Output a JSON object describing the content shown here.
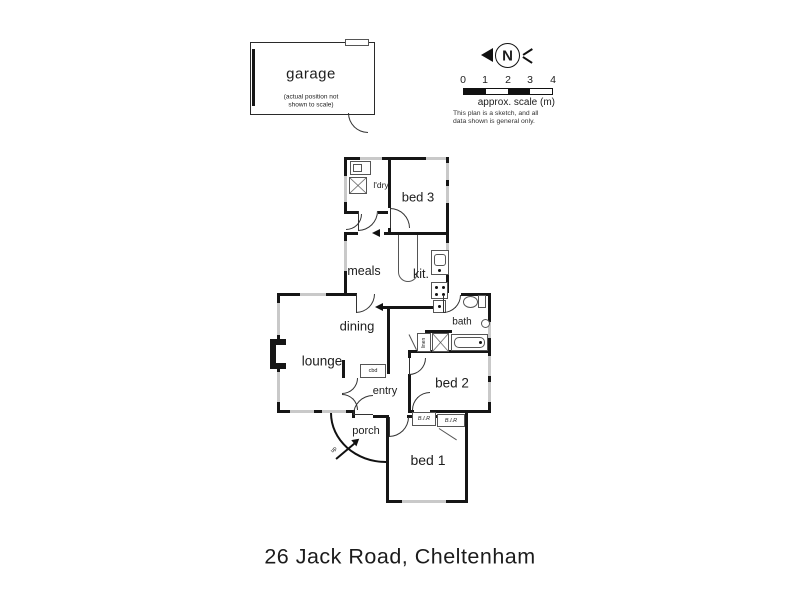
{
  "title": "26 Jack Road, Cheltenham",
  "garage": {
    "label": "garage",
    "note_line1": "(actual position not",
    "note_line2": "shown to scale)"
  },
  "compass": {
    "north_label": "N"
  },
  "scale_bar": {
    "ticks": [
      "0",
      "1",
      "2",
      "3",
      "4"
    ],
    "caption": "approx. scale (m)",
    "disclaimer_line1": "This plan is a sketch, and all",
    "disclaimer_line2": "data shown is general only."
  },
  "rooms": {
    "laundry": "l'dry",
    "bed3": "bed 3",
    "meals": "meals",
    "kitchen": "kit.",
    "dining": "dining",
    "lounge": "lounge",
    "bath": "bath",
    "entry": "entry",
    "bed2": "bed 2",
    "bed1": "bed 1",
    "porch": "porch"
  },
  "fixtures": {
    "cupboard": "cbd",
    "linen": "linen",
    "bir_left": "B.I.R",
    "bir_right": "B.I.R",
    "porch_up": "up"
  },
  "colors": {
    "wall": "#161616",
    "window_fill": "#c9c9c9",
    "fixture_line": "#555555",
    "background": "#ffffff"
  }
}
